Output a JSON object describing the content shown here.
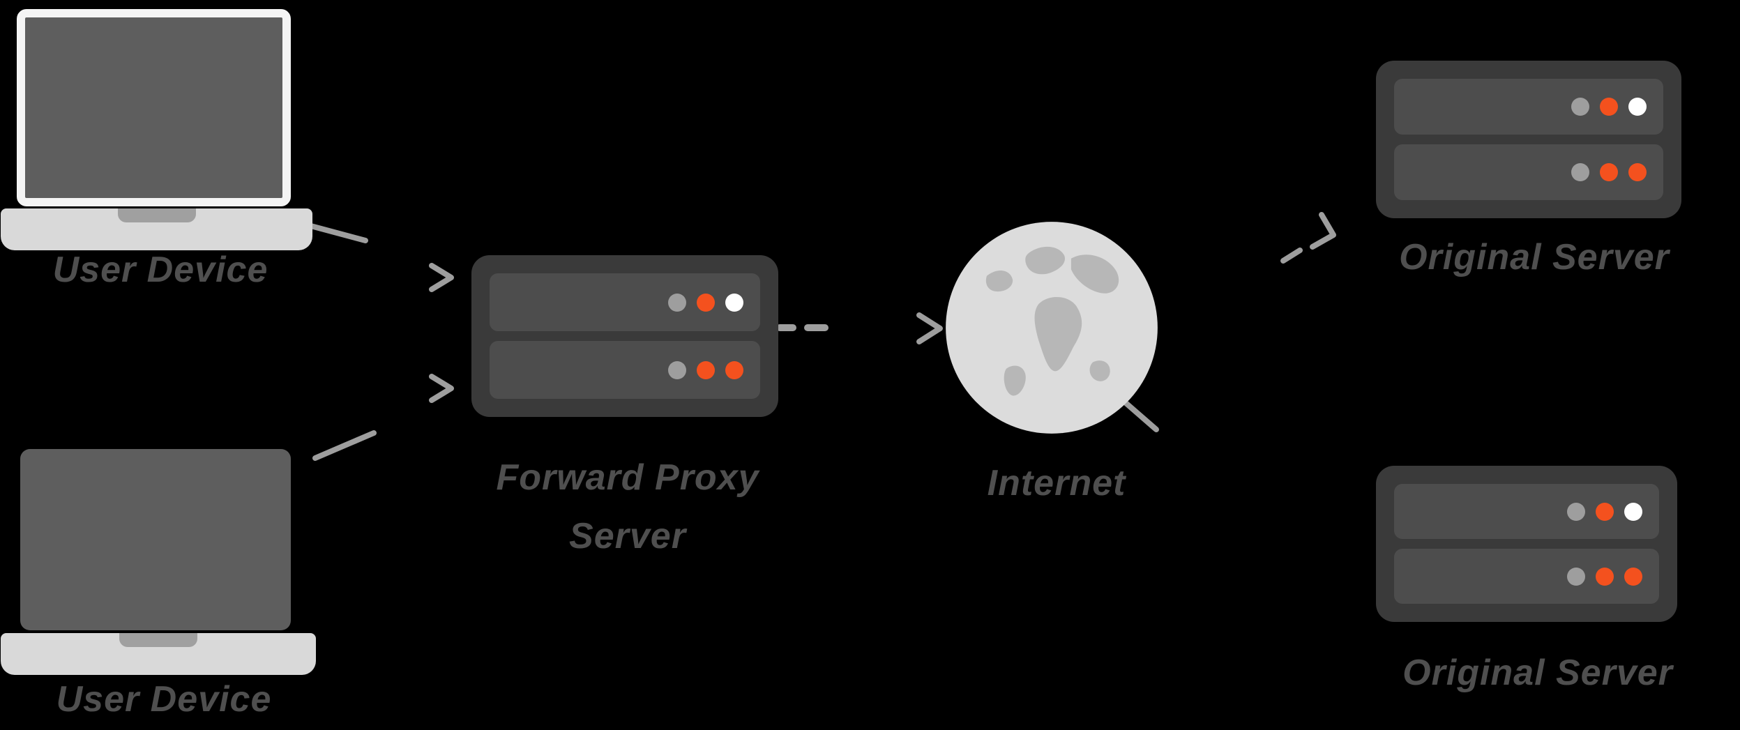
{
  "nodes": {
    "user_device_top": {
      "label": "User Device"
    },
    "user_device_bottom": {
      "label": "User Device"
    },
    "forward_proxy": {
      "label_line1": "Forward Proxy",
      "label_line2": "Server"
    },
    "internet": {
      "label": "Internet"
    },
    "original_server_top": {
      "label": "Original Server"
    },
    "original_server_bottom": {
      "label": "Original Server"
    }
  },
  "colors": {
    "background": "#000000",
    "label_text": "#4f4f4f",
    "laptop_screen": "#5e5e5e",
    "laptop_bezel": "#f4f4f4",
    "laptop_base": "#d9d9d9",
    "laptop_notch": "#a0a0a0",
    "server_body": "#3a3a3a",
    "server_bar": "#4d4d4d",
    "dot_gray": "#9e9e9e",
    "dot_orange": "#f4511e",
    "dot_white": "#ffffff",
    "globe_water": "#dcdcdc",
    "globe_land": "#b7b7b7",
    "arrow": "#9e9e9e"
  }
}
